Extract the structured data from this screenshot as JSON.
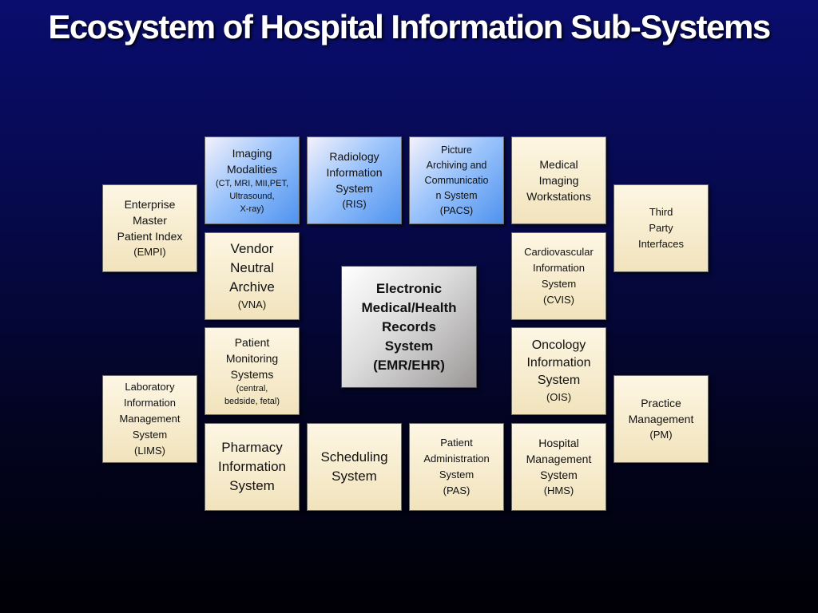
{
  "title": "Ecosystem of Hospital Information Sub-Systems",
  "boxes": {
    "imaging_modalities": {
      "line1": "Imaging",
      "line2": "Modalities",
      "sub1": "(CT, MRI, MII,PET,",
      "sub2": "Ultrasound,",
      "sub3": "X-ray)"
    },
    "ris": {
      "line1": "Radiology",
      "line2": "Information",
      "line3": "System",
      "sub": "(RIS)"
    },
    "pacs": {
      "line1": "Picture",
      "line2": "Archiving and",
      "line3": "Communicatio",
      "line4": "n System",
      "sub": "(PACS)"
    },
    "workstations": {
      "line1": "Medical",
      "line2": "Imaging",
      "line3": "Workstations"
    },
    "empi": {
      "line1": "Enterprise",
      "line2": "Master",
      "line3": "Patient Index",
      "sub": "(EMPI)"
    },
    "third_party": {
      "line1": "Third",
      "line2": "Party",
      "line3": "Interfaces"
    },
    "vna": {
      "line1": "Vendor",
      "line2": "Neutral",
      "line3": "Archive",
      "sub": "(VNA)"
    },
    "cvis": {
      "line1": "Cardiovascular",
      "line2": "Information",
      "line3": "System",
      "sub": "(CVIS)"
    },
    "emr": {
      "line1": "Electronic",
      "line2": "Medical/Health",
      "line3": "Records",
      "line4": "System",
      "line5": "(EMR/EHR)"
    },
    "monitoring": {
      "line1": "Patient",
      "line2": "Monitoring",
      "line3": "Systems",
      "sub1": "(central,",
      "sub2": "bedside, fetal)"
    },
    "ois": {
      "line1": "Oncology",
      "line2": "Information",
      "line3": "System",
      "sub": "(OIS)"
    },
    "lims": {
      "line1": "Laboratory",
      "line2": "Information",
      "line3": "Management",
      "line4": "System",
      "sub": "(LIMS)"
    },
    "practice": {
      "line1": "Practice",
      "line2": "Management",
      "sub": "(PM)"
    },
    "pharmacy": {
      "line1": "Pharmacy",
      "line2": "Information",
      "line3": "System"
    },
    "scheduling": {
      "line1": "Scheduling",
      "line2": "System"
    },
    "pas": {
      "line1": "Patient",
      "line2": "Administration",
      "line3": "System",
      "sub": "(PAS)"
    },
    "hms": {
      "line1": "Hospital",
      "line2": "Management",
      "line3": "System",
      "sub": "(HMS)"
    }
  }
}
